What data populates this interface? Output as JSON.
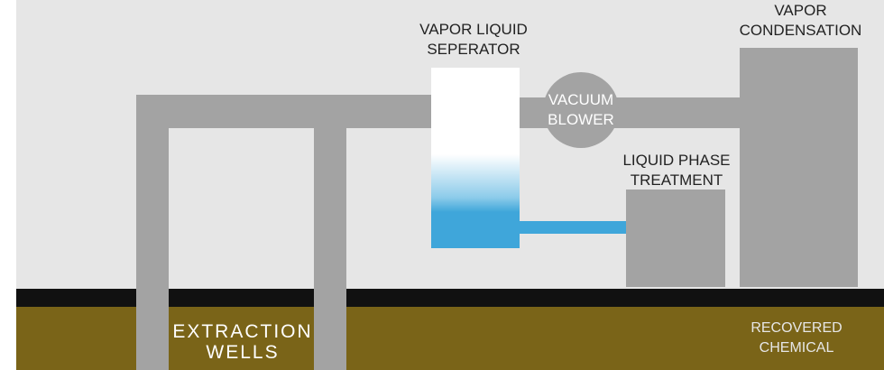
{
  "labels": {
    "vapor_liquid_separator": [
      "VAPOR LIQUID",
      "SEPERATOR"
    ],
    "vacuum_blower": [
      "VACUUM",
      "BLOWER"
    ],
    "vapor_condensation": [
      "VAPOR",
      "CONDENSATION"
    ],
    "liquid_phase_treatment": [
      "LIQUID PHASE",
      "TREATMENT"
    ],
    "extraction_wells": [
      "EXTRACTION",
      "WELLS"
    ],
    "recovered_chemical": [
      "RECOVERED",
      "CHEMICAL"
    ]
  },
  "colors": {
    "sky": "#e6e6e6",
    "pipe": "#a3a3a3",
    "ground_surface": "#111111",
    "soil": "#7a6418",
    "liquid": "#3fa6da",
    "vessel": "#ffffff",
    "white_text": "#ffffff",
    "dark_text": "#222222"
  }
}
